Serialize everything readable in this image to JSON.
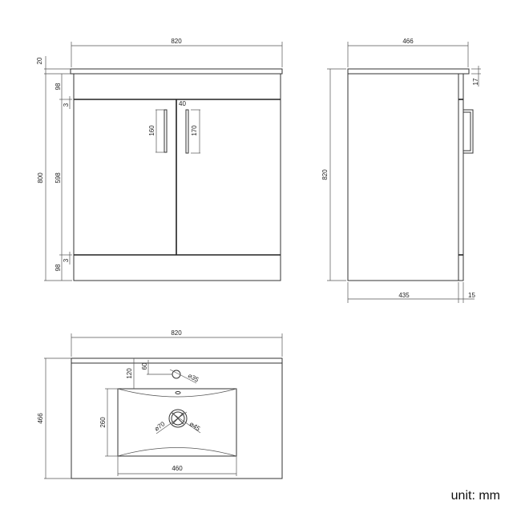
{
  "front_view": {
    "width": "820",
    "top_thickness": "20",
    "height": "800",
    "top_rail": "98",
    "door_height": "598",
    "bottom_rail": "98",
    "gap_top": "3",
    "gap_bottom": "3",
    "handle_left": "160",
    "handle_right": "170",
    "handle_offset": "40"
  },
  "side_view": {
    "depth_top": "466",
    "height": "820",
    "top_thickness": "17",
    "body_depth": "435",
    "door_thickness": "15"
  },
  "top_view": {
    "width": "820",
    "depth": "466",
    "tap_offset": "120",
    "tap_edge": "60",
    "tap_hole": "⌀35",
    "basin_depth": "260",
    "basin_width": "460",
    "waste_outer": "⌀70",
    "waste_inner": "⌀45"
  },
  "unit_label": "unit: mm"
}
